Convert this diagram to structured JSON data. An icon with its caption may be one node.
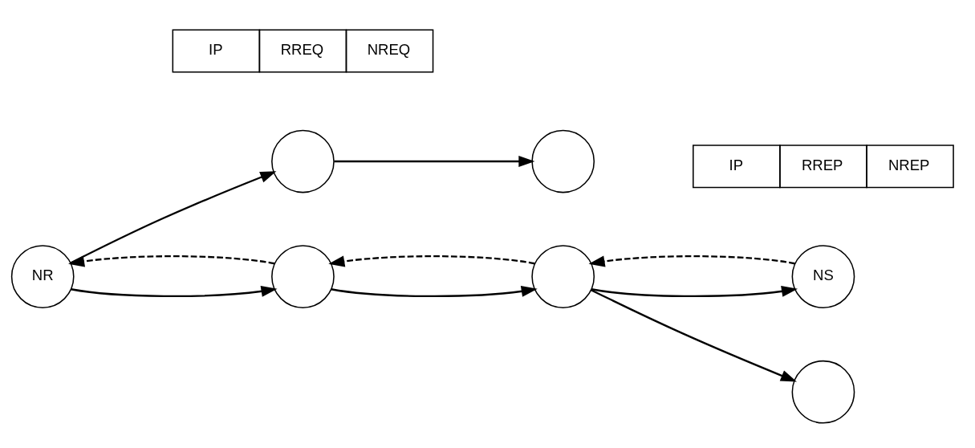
{
  "diagram": {
    "nodes": [
      {
        "text": [],
        "shape": "circle"
      },
      {
        "text": [
          "NS"
        ]
      },
      {
        "text": [],
        "shape": "circle"
      },
      {
        "text": [],
        "shape": "circle"
      },
      {
        "text": [
          "NR"
        ]
      },
      {
        "text": [],
        "shape": "circle"
      },
      {
        "text": [],
        "shape": "circle"
      }
    ],
    "edges": [
      {
        "from": 4,
        "to": 2,
        "arrow": "to"
      },
      {
        "from": 2,
        "to": 0,
        "arrow": "to"
      },
      {
        "from": 4,
        "to": 5,
        "arrow": "to"
      },
      {
        "from": 5,
        "to": 4,
        "arrow": "to",
        "style": "dashed"
      },
      {
        "from": 5,
        "to": 3,
        "arrow": "to"
      },
      {
        "from": 3,
        "to": 5,
        "arrow": "to",
        "style": "dashed"
      },
      {
        "from": 3,
        "to": 1,
        "arrow": "to"
      },
      {
        "from": 1,
        "to": 3,
        "arrow": "to",
        "style": "dashed"
      },
      {
        "from": 3,
        "to": 6,
        "arrow": "to"
      }
    ],
    "labels": [
      "IP",
      "RREQ",
      "NREQ",
      "IP",
      "RREP",
      "NREP"
    ]
  }
}
